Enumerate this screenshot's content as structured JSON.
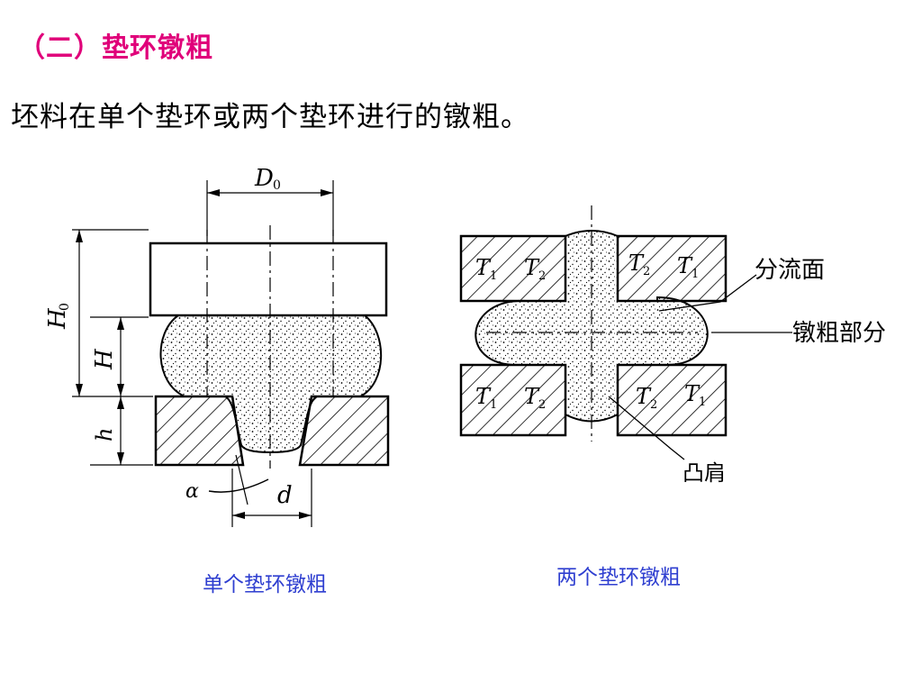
{
  "slide": {
    "heading": "（二）垫环镦粗",
    "body": "坯料在单个垫环或两个垫环进行的镦粗。",
    "colors": {
      "heading": "#e0007a",
      "caption": "#2f3fd0",
      "text": "#000000"
    }
  },
  "figure_single": {
    "caption": "单个垫环镦粗",
    "labels": {
      "D0": "D",
      "D0_sub": "0",
      "H0": "H",
      "H0_sub": "0",
      "H": "H",
      "h": "h",
      "alpha": "α",
      "d": "d"
    }
  },
  "figure_double": {
    "caption": "两个垫环镦粗",
    "labels": {
      "T1": "T",
      "T1_sub": "1",
      "T2": "T",
      "T2_sub": "2",
      "split_surface": "分流面",
      "upset_part": "镦粗部分",
      "shoulder": "凸肩"
    }
  }
}
